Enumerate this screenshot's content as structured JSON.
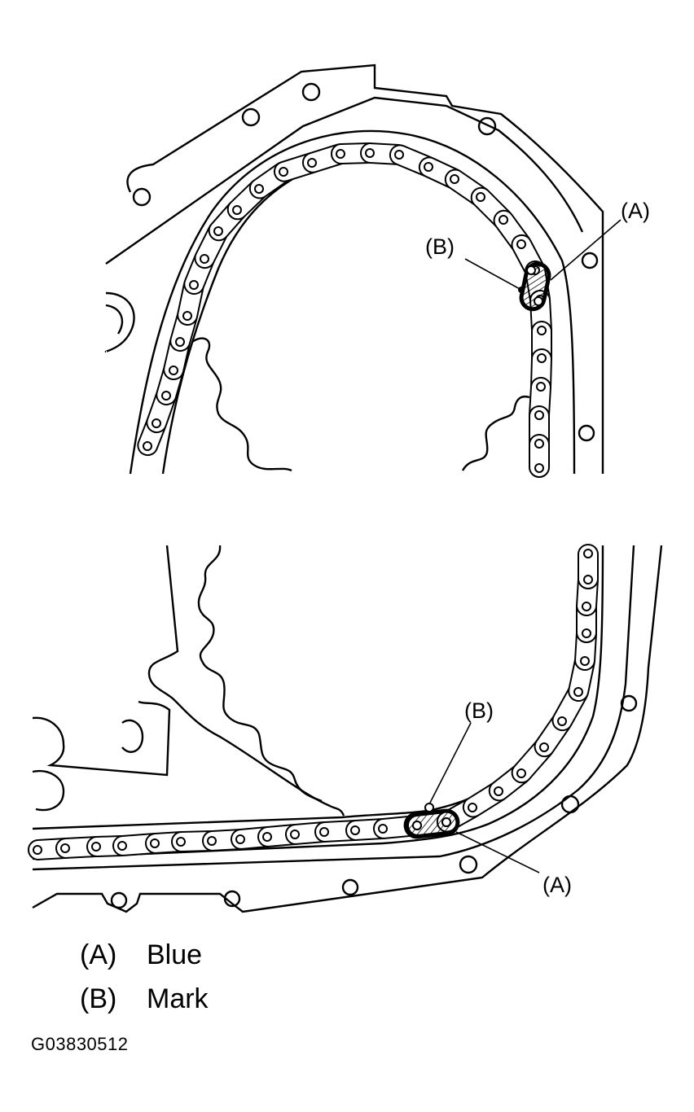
{
  "callouts": {
    "a": "(A)",
    "b": "(B)"
  },
  "legend": [
    {
      "key": "(A)",
      "value": "Blue"
    },
    {
      "key": "(B)",
      "value": "Mark"
    }
  ],
  "figure_code": "G03830512",
  "colors": {
    "line": "#000000",
    "background": "#ffffff"
  }
}
